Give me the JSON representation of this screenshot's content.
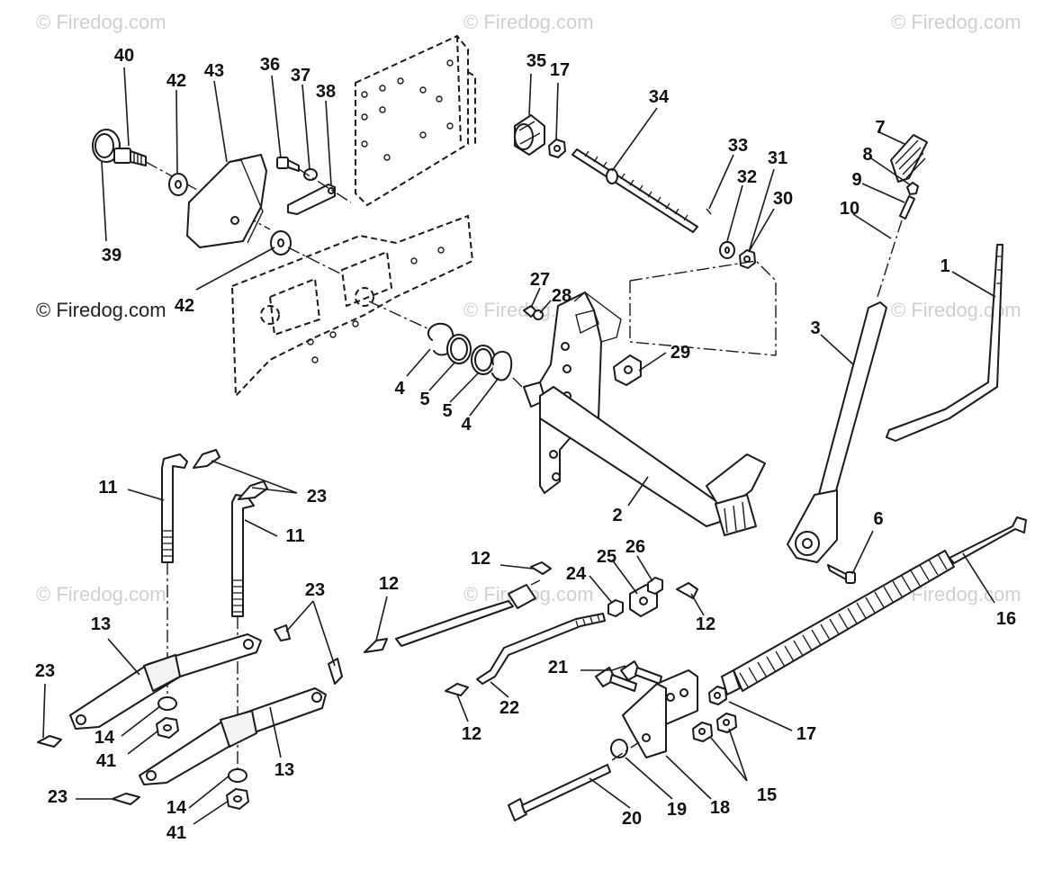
{
  "watermarks": {
    "text": "© Firedog.com"
  },
  "callouts": {
    "p1": "1",
    "p2": "2",
    "p3": "3",
    "p4a": "4",
    "p4b": "4",
    "p5a": "5",
    "p5b": "5",
    "p6": "6",
    "p7": "7",
    "p8": "8",
    "p9": "9",
    "p10": "10",
    "p11a": "11",
    "p11b": "11",
    "p12a": "12",
    "p12b": "12",
    "p12c": "12",
    "p12d": "12",
    "p13a": "13",
    "p13b": "13",
    "p14a": "14",
    "p14b": "14",
    "p15": "15",
    "p16": "16",
    "p17a": "17",
    "p17b": "17",
    "p18": "18",
    "p19": "19",
    "p20": "20",
    "p21": "21",
    "p22": "22",
    "p23a": "23",
    "p23b": "23",
    "p23c": "23",
    "p23d": "23",
    "p24": "24",
    "p25": "25",
    "p26": "26",
    "p27": "27",
    "p28": "28",
    "p29": "29",
    "p30": "30",
    "p31": "31",
    "p32": "32",
    "p33": "33",
    "p34": "34",
    "p35": "35",
    "p36": "36",
    "p37": "37",
    "p38": "38",
    "p39": "39",
    "p40": "40",
    "p41a": "41",
    "p41b": "41",
    "p42a": "42",
    "p42b": "42",
    "p43": "43"
  },
  "colors": {
    "line": "#1a1a1a",
    "watermark": "#cfcfcf",
    "background": "#ffffff"
  }
}
